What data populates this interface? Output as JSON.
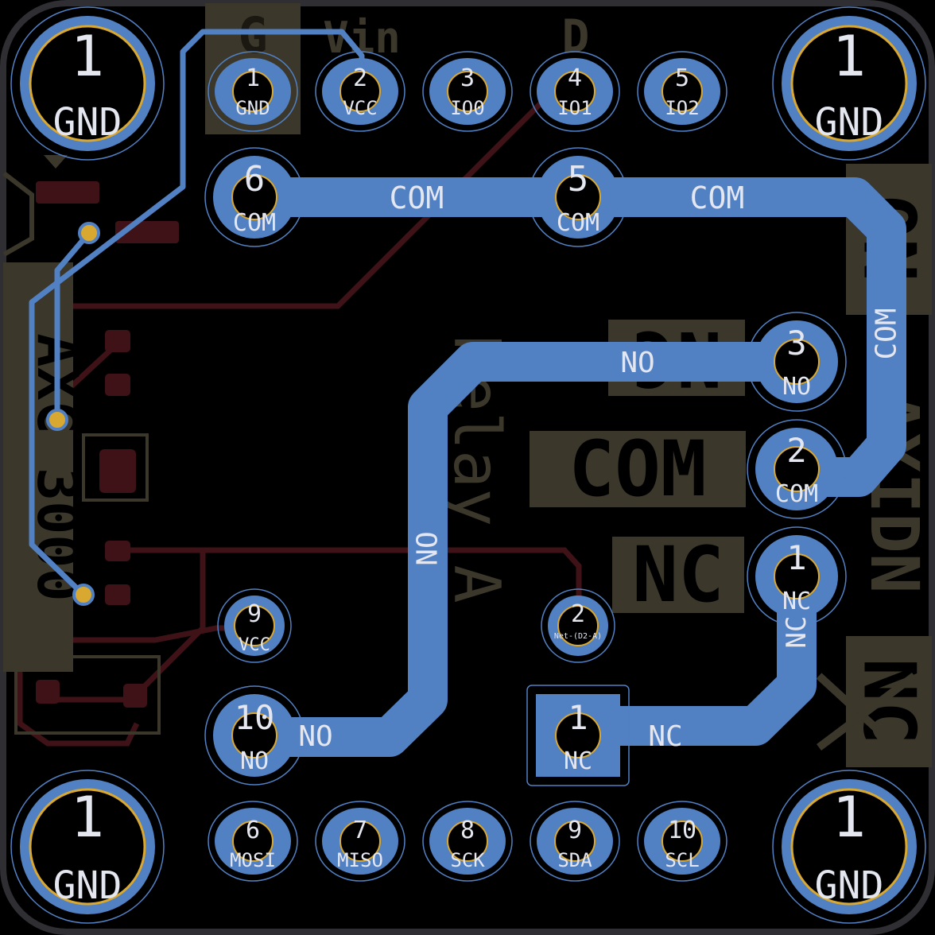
{
  "colors": {
    "background": "#000000",
    "outline": "#2e2e33",
    "copper_front": "#5180c3",
    "copper_back": "#3e1216",
    "silk": "#3b372a",
    "ring": "#d9a830",
    "text": "#e4e6f0"
  },
  "board": {
    "silk_top_left": "G",
    "silk_top_mid": "Vin",
    "silk_top_right": "D",
    "silk_left": "AXC 3000",
    "silk_center": "Relay A",
    "silk_right_top": "ON",
    "silk_right_bottom": "AXIDN",
    "silk_nc_box": "NC",
    "silk_com_box": "COM",
    "silk_nc_mid": "NC",
    "silk_nc_right": "NC"
  },
  "mount_holes": {
    "number": "1",
    "net": "GND"
  },
  "header_top": [
    {
      "num": "1",
      "net": "GND"
    },
    {
      "num": "2",
      "net": "VCC"
    },
    {
      "num": "3",
      "net": "IO0"
    },
    {
      "num": "4",
      "net": "IO1"
    },
    {
      "num": "5",
      "net": "IO2"
    }
  ],
  "header_bottom": [
    {
      "num": "6",
      "net": "MOSI"
    },
    {
      "num": "7",
      "net": "MISO"
    },
    {
      "num": "8",
      "net": "SCK"
    },
    {
      "num": "9",
      "net": "SDA"
    },
    {
      "num": "10",
      "net": "SCL"
    }
  ],
  "relay_pads": {
    "p6": {
      "num": "6",
      "net": "COM"
    },
    "p5": {
      "num": "5",
      "net": "COM"
    },
    "p9": {
      "num": "9",
      "net": "VCC"
    },
    "p10": {
      "num": "10",
      "net": "NO"
    },
    "p2": {
      "num": "2",
      "net": "Net-(D2-A)"
    },
    "p1": {
      "num": "1",
      "net": "NC"
    }
  },
  "terminal_pads": {
    "t3": {
      "num": "3",
      "net": "NO"
    },
    "t2": {
      "num": "2",
      "net": "COM"
    },
    "t1": {
      "num": "1",
      "net": "NC"
    }
  },
  "trace_labels": {
    "com_left": "COM",
    "com_right": "COM",
    "com_vertical": "COM",
    "no_top": "NO",
    "no_vertical": "NO",
    "no_bottom": "NO",
    "nc_bottom": "NC",
    "nc_vertical": "NC"
  }
}
